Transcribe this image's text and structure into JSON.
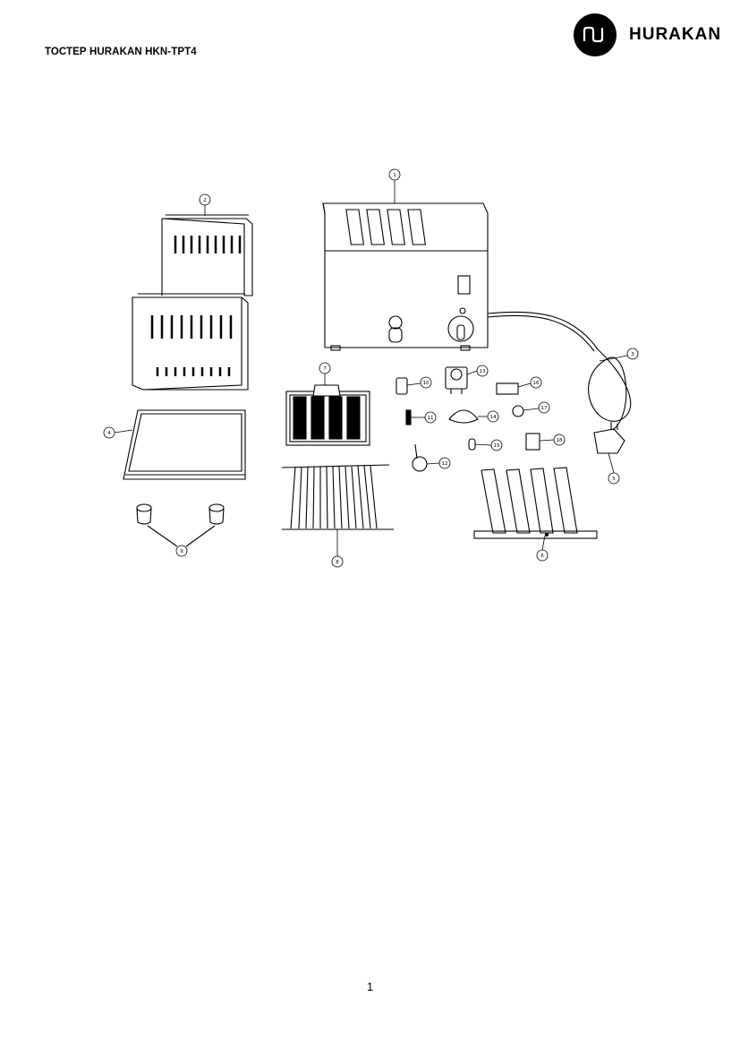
{
  "header": {
    "title": "ТОСТЕР HURAKAN HKN-TPT4",
    "brand": "HURAKAN"
  },
  "diagram": {
    "callouts": [
      "1",
      "2",
      "3",
      "4",
      "5",
      "6",
      "7",
      "8",
      "9",
      "10",
      "11",
      "12",
      "13",
      "14",
      "15",
      "16",
      "17",
      "18"
    ]
  },
  "footer": {
    "page_number": "1"
  }
}
